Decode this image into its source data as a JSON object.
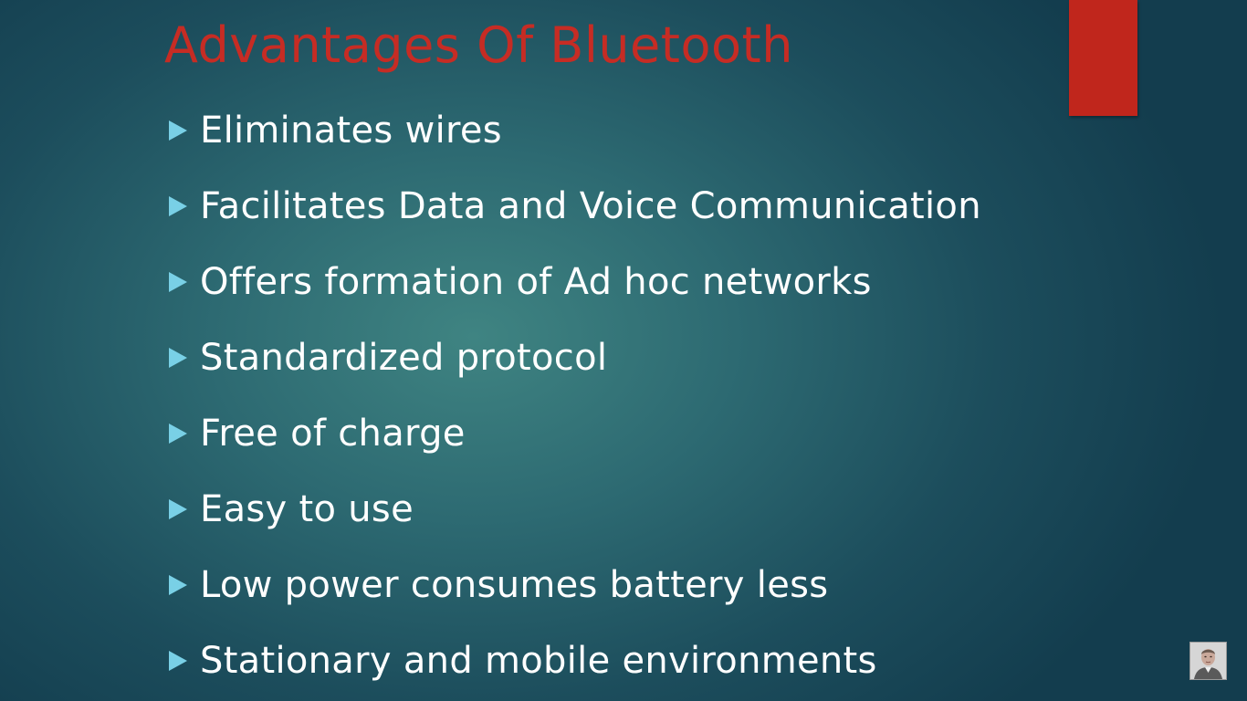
{
  "slide": {
    "title": "Advantages Of Bluetooth",
    "bullets": [
      "Eliminates wires",
      "Facilitates Data and Voice Communication",
      "Offers formation of Ad hoc networks",
      "Standardized protocol",
      "Free of charge",
      "Easy to use",
      "Low power consumes battery less",
      "Stationary and mobile environments"
    ]
  },
  "colors": {
    "title": "#c62c24",
    "accent_bar": "#c0261c",
    "bullet_arrow": "#79d0e6",
    "text": "#ffffff",
    "background": "#2d6a72"
  },
  "icons": {
    "bullet": "triangle-right-icon",
    "channel_avatar": "presenter-avatar"
  }
}
